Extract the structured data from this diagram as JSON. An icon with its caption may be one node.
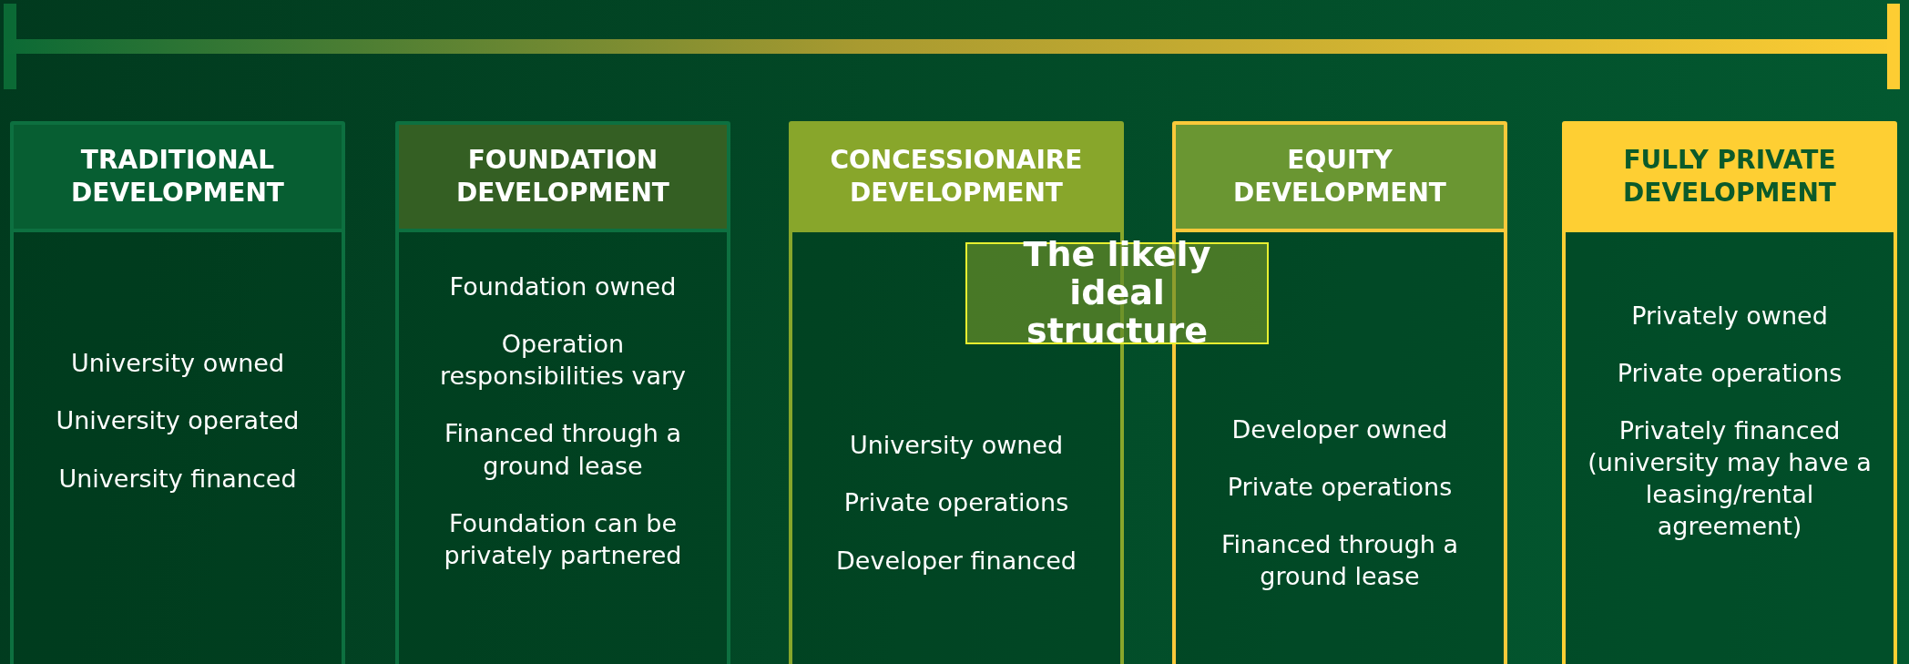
{
  "diagram": {
    "nodes": [
      {
        "text": [
          "TRADITIONAL DEVELOPMENT",
          "University owned",
          "University operated",
          "University financed"
        ]
      },
      {
        "text": [
          "FOUNDATION DEVELOPMENT",
          "Foundation owned",
          "Operation responsibilities vary",
          "Financed through a ground lease",
          "Foundation can be privately partnered"
        ]
      },
      {
        "text": [
          "CONCESSIONAIRE DEVELOPMENT",
          "University owned",
          "Private operations",
          "Developer financed"
        ]
      },
      {
        "text": [
          "EQUITY DEVELOPMENT",
          "Developer owned",
          "Private operations",
          "Financed through a ground lease"
        ]
      },
      {
        "text": [
          "FULLY PRIVATE DEVELOPMENT",
          "Privately owned",
          "Private operations",
          "Privately financed (university may have a leasing/rental agreement)"
        ]
      },
      {
        "text": [
          "The likely ideal structure"
        ]
      }
    ]
  }
}
